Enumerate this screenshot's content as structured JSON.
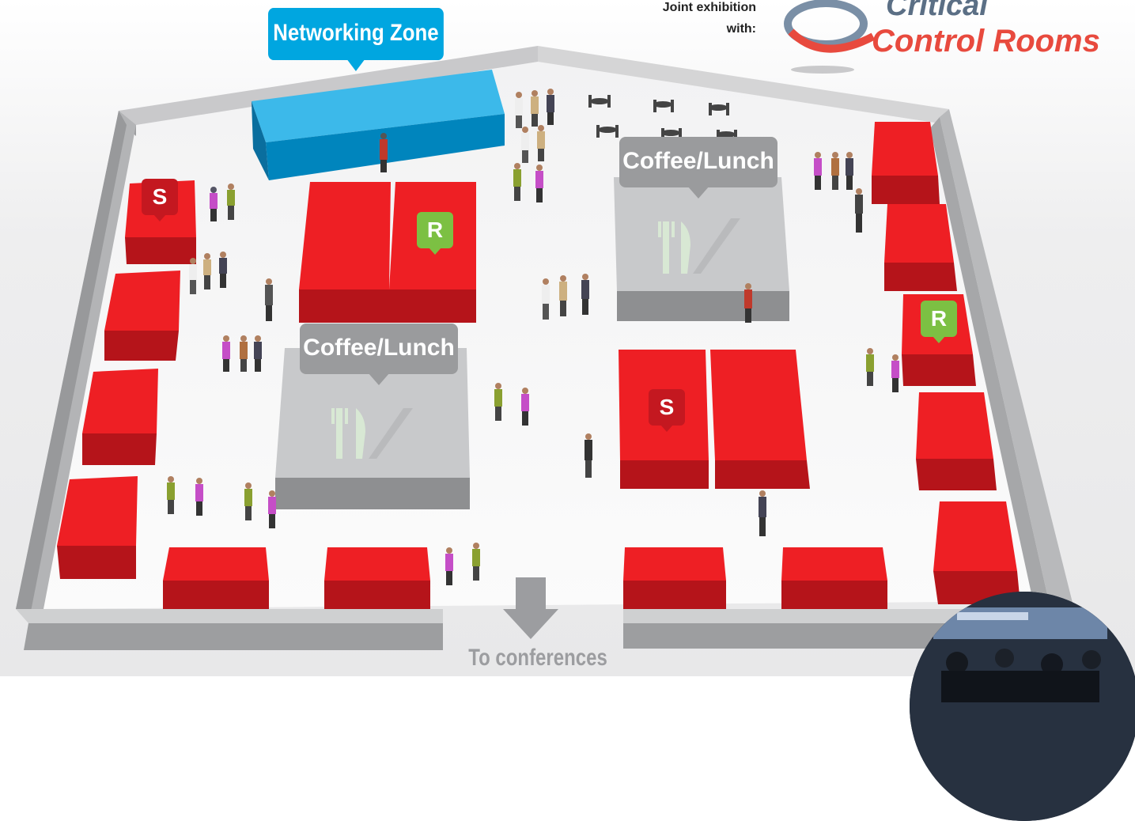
{
  "networking_zone": "Networking Zone",
  "coffee_lunch_labels": [
    "Coffee/Lunch",
    "Coffee/Lunch"
  ],
  "badges": {
    "sponsor": "S",
    "reserved": "R"
  },
  "joint_exhibition": {
    "line1": "Joint exhibition",
    "line2": "with:"
  },
  "partner_logo": {
    "line1": "Critical",
    "line2": "Control Rooms"
  },
  "exit_label": "To conferences",
  "colors": {
    "booth_red": "#ee1f24",
    "networking_blue": "#00a6e0",
    "catering_gray": "#c5c6c8",
    "wall_gray": "#a8a9ab",
    "reserved_green": "#7cc043",
    "sponsor_red": "#c41820"
  },
  "icons": [
    "fork-knife-icon",
    "down-arrow-icon",
    "people-icon",
    "cafe-table-icon"
  ]
}
